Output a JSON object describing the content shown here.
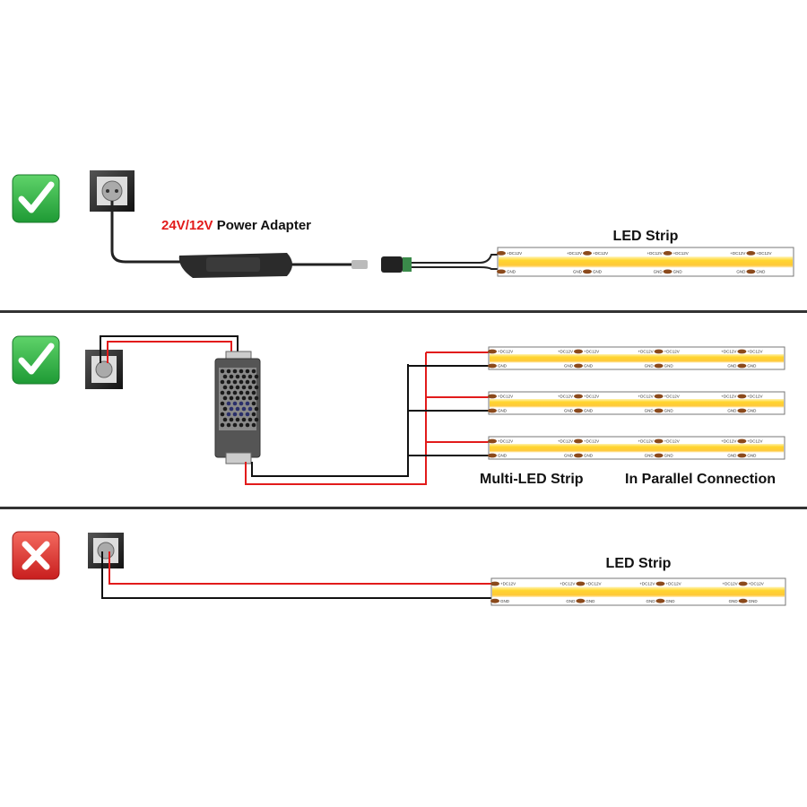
{
  "sections": [
    {
      "status": "correct",
      "status_icon": "check-icon",
      "adapter_label_voltage": "24V/12V",
      "adapter_label_text": " Power Adapter",
      "strip_label": "LED Strip"
    },
    {
      "status": "correct",
      "status_icon": "check-icon",
      "label_left": "Multi-LED Strip",
      "label_right": "In Parallel Connection"
    },
    {
      "status": "incorrect",
      "status_icon": "cross-icon",
      "strip_label": "LED Strip"
    }
  ],
  "strip": {
    "positive_label": "+DC12V",
    "ground_label": "GND"
  },
  "colors": {
    "correct": "#2fb34a",
    "incorrect": "#e0322e",
    "positive_wire": "#e21b1b",
    "negative_wire": "#111111",
    "led": "#ffd84a",
    "voltage_text": "#e21b1b",
    "divider": "#333333"
  }
}
